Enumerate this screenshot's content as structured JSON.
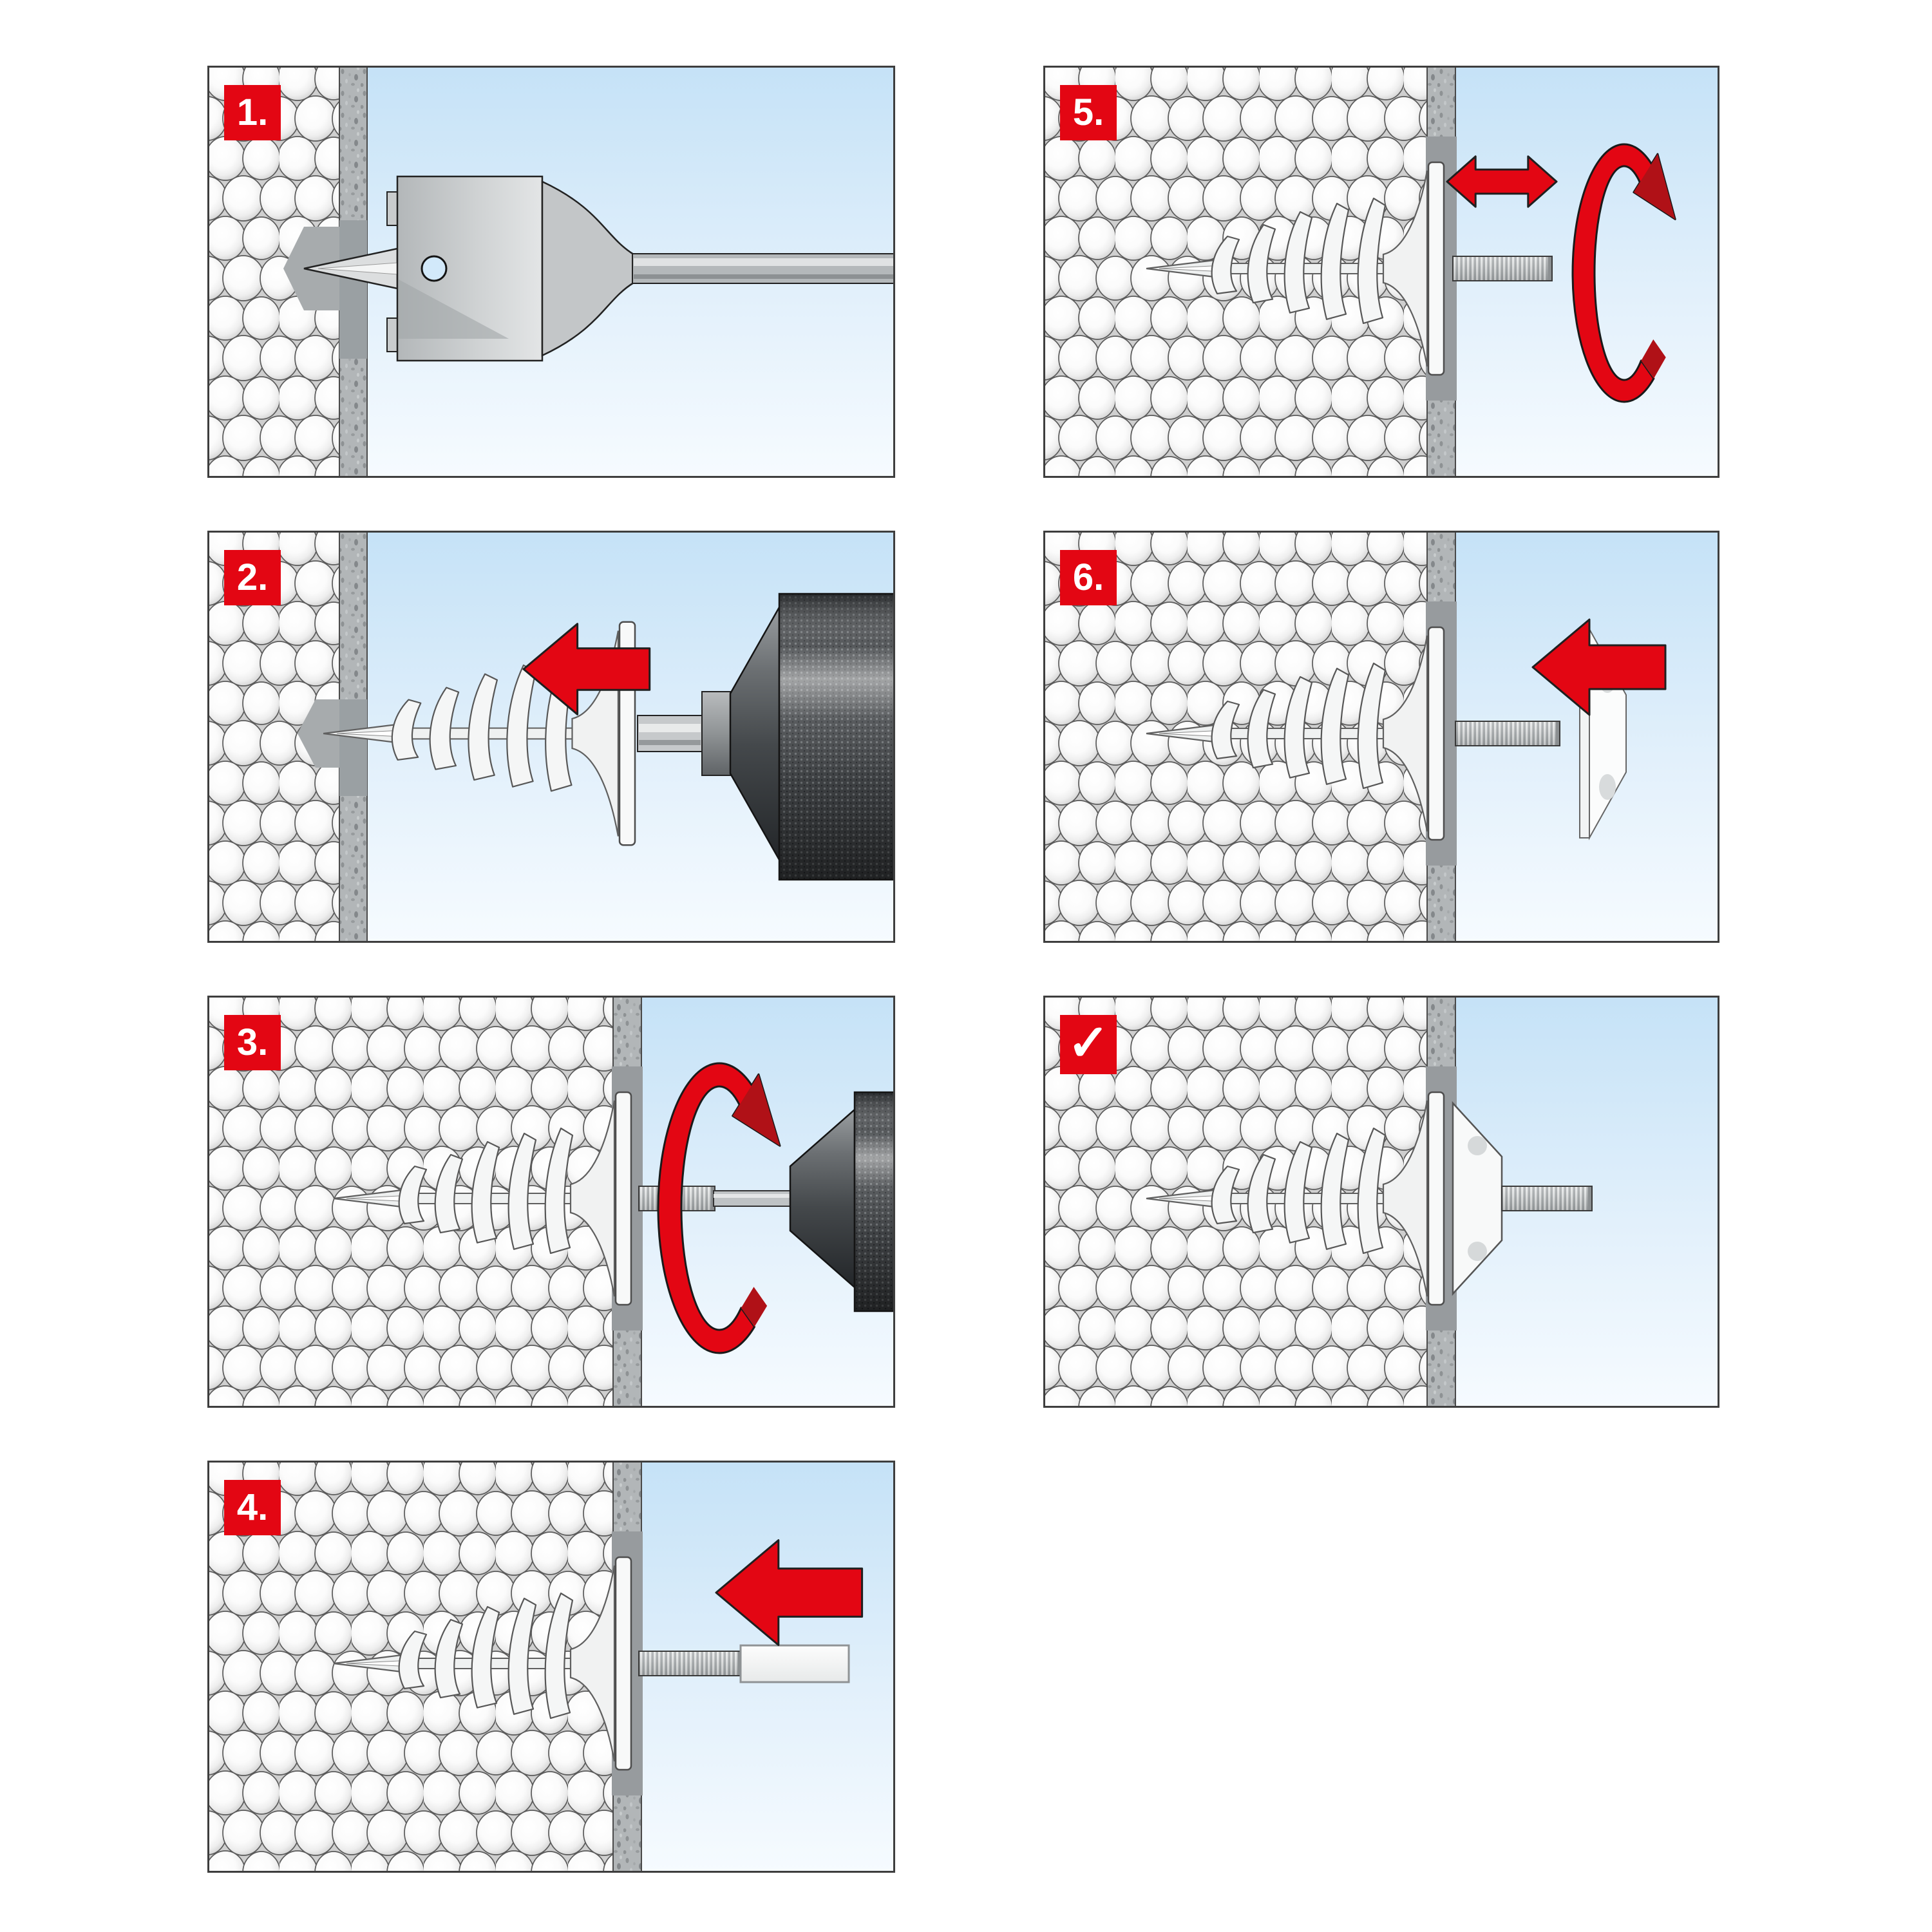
{
  "document": {
    "background": "#ffffff",
    "description": "Seven-panel pictorial installation guide for a spiral insulation-board anchor (no written text, numbered steps only)"
  },
  "colors": {
    "accent_red": "#e30613",
    "accent_red_dark": "#b01117",
    "badge_text": "#ffffff",
    "sky_top": "#c5e2f7",
    "sky_bottom": "#f6fbff",
    "render_coat_gray": "#b2b6b8",
    "insulation_ball": "#f6f6f6",
    "metal_light": "#dfe1e2",
    "chuck_dark": "#44484b",
    "outline": "#1f1f1f"
  },
  "steps": [
    {
      "badge": "1.",
      "type": "number",
      "scene": [
        "insulation-layer",
        "render-coat",
        "sky-background",
        "drilled-hole",
        "spade-drill-bit"
      ]
    },
    {
      "badge": "2.",
      "type": "number",
      "scene": [
        "insulation-layer",
        "render-coat",
        "sky-background",
        "drilled-hole",
        "left-arrow",
        "insulation-anchor",
        "hex-adapter",
        "drill-chuck"
      ]
    },
    {
      "badge": "3.",
      "type": "number",
      "scene": [
        "insulation-layer",
        "render-coat",
        "sky-background",
        "insulation-anchor",
        "threaded-screw",
        "rotation-arrow",
        "drill-chuck"
      ]
    },
    {
      "badge": "4.",
      "type": "number",
      "scene": [
        "insulation-layer",
        "render-coat",
        "sky-background",
        "insulation-anchor",
        "threaded-screw",
        "left-arrow",
        "spacer-sleeve"
      ]
    },
    {
      "badge": "5.",
      "type": "number",
      "scene": [
        "insulation-layer",
        "render-coat",
        "sky-background",
        "insulation-anchor",
        "threaded-screw",
        "double-arrow",
        "rotation-arrow"
      ]
    },
    {
      "badge": "6.",
      "type": "number",
      "scene": [
        "insulation-layer",
        "render-coat",
        "sky-background",
        "insulation-anchor",
        "threaded-screw",
        "left-arrow",
        "insulation-washer"
      ]
    },
    {
      "badge": "✓",
      "type": "check",
      "scene": [
        "insulation-layer",
        "render-coat",
        "sky-background",
        "insulation-anchor",
        "mounted-washer",
        "threaded-screw"
      ]
    }
  ]
}
